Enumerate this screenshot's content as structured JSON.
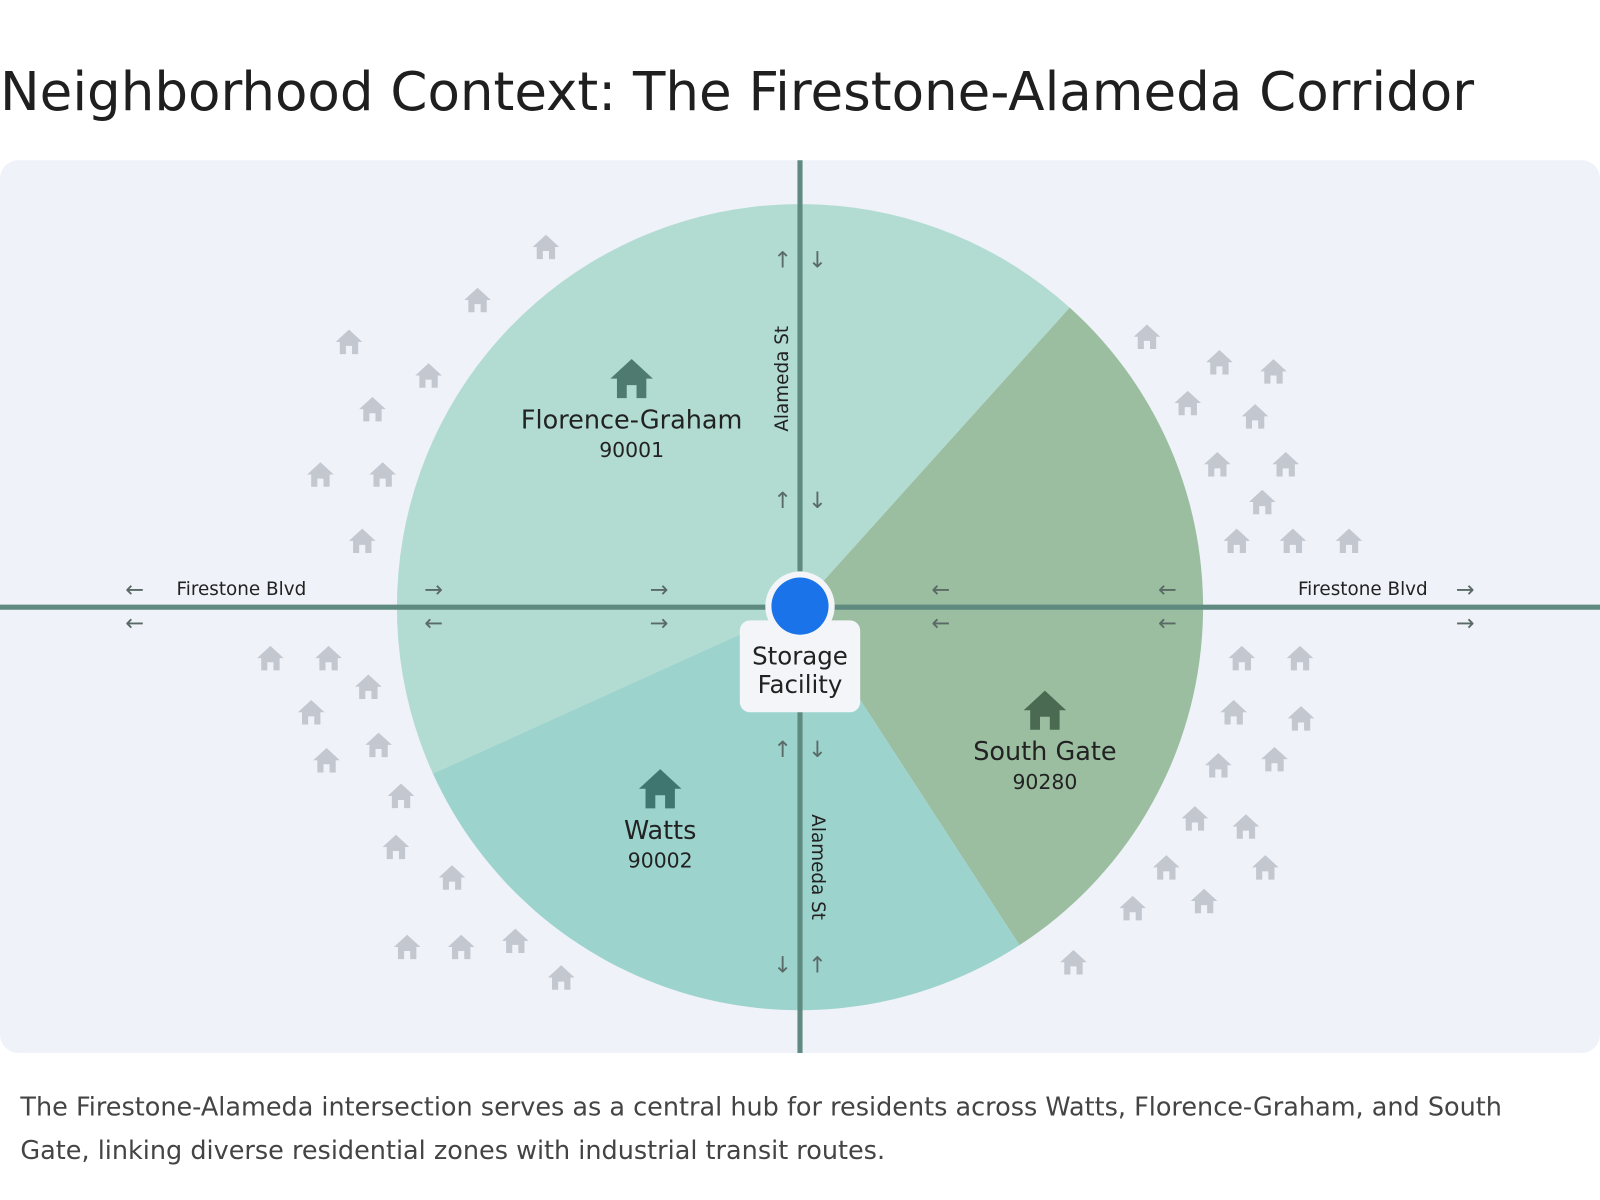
{
  "title": "Neighborhood Context: The Firestone-Alameda Corridor",
  "caption": "The Firestone-Alameda intersection serves as a central hub for residents across Watts, Florence-Graham, and South Gate, linking diverse residential zones with industrial transit routes.",
  "caption_lines": [
    "The Firestone-Alameda intersection serves as a central hub for residents across Watts, Florence-Graham, and South",
    "Gate, linking diverse residential zones with industrial transit routes."
  ],
  "center": {
    "label_line1": "Storage",
    "label_line2": "Facility",
    "color": "#1a73e8"
  },
  "streets": {
    "ns": "Alameda St",
    "ew": "Firestone Blvd"
  },
  "neighborhoods": [
    {
      "name": "Florence-Graham",
      "zip": "90001",
      "color": "#b2dcd2"
    },
    {
      "name": "South Gate",
      "zip": "90280",
      "color": "#9bbda0"
    },
    {
      "name": "Watts",
      "zip": "90002",
      "color": "#9dd3cd"
    }
  ],
  "icons": {
    "house": "house-icon",
    "arrow": "arrow-icon",
    "pin": "location-dot-icon"
  }
}
